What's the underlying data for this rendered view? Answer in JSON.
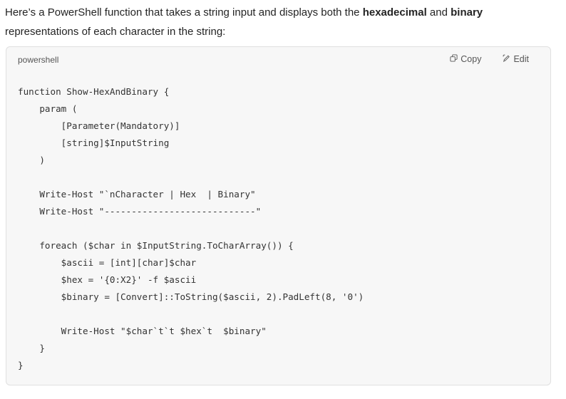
{
  "intro": {
    "part1": "Here’s a PowerShell function that takes a string input and displays both the ",
    "bold1": "hexadecimal",
    "part2": " and ",
    "bold2": "binary",
    "part3": " representations of each character in the string:"
  },
  "code_block": {
    "language": "powershell",
    "copy_label": "Copy",
    "edit_label": "Edit",
    "icons": {
      "copy": "copy-icon",
      "edit": "pencil-icon"
    },
    "code": "function Show-HexAndBinary {\n    param (\n        [Parameter(Mandatory)]\n        [string]$InputString\n    )\n\n    Write-Host \"`nCharacter | Hex  | Binary\"\n    Write-Host \"----------------------------\"\n\n    foreach ($char in $InputString.ToCharArray()) {\n        $ascii = [int][char]$char\n        $hex = '{0:X2}' -f $ascii\n        $binary = [Convert]::ToString($ascii, 2).PadLeft(8, '0')\n\n        Write-Host \"$char`t`t $hex`t  $binary\"\n    }\n}"
  }
}
